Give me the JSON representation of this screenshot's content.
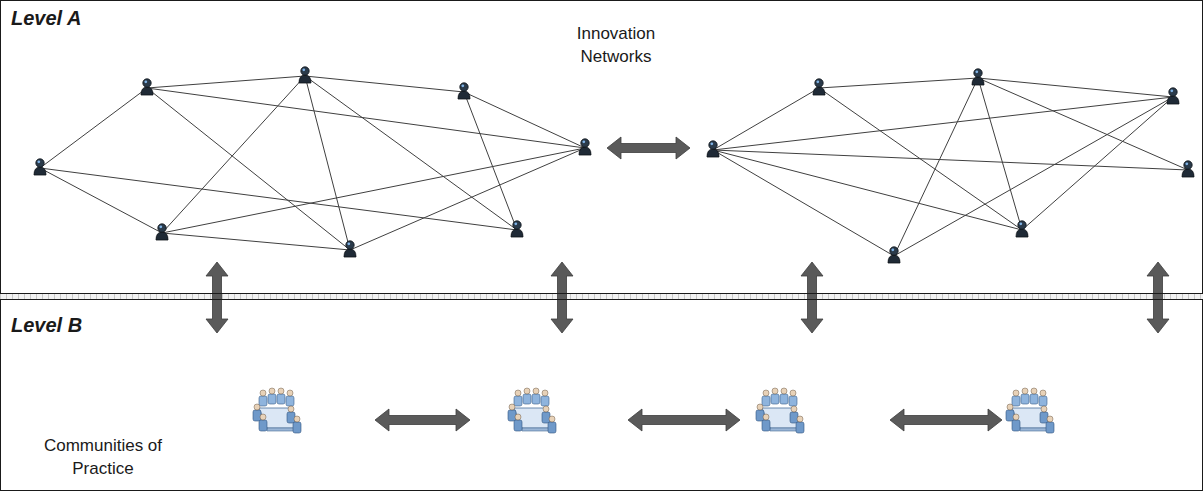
{
  "diagram": {
    "nodes": [
      {
        "text": [
          "Level A",
          "Innovation Networks"
        ]
      },
      {
        "text": [
          "Level B",
          "Communities of Practice"
        ]
      }
    ]
  }
}
